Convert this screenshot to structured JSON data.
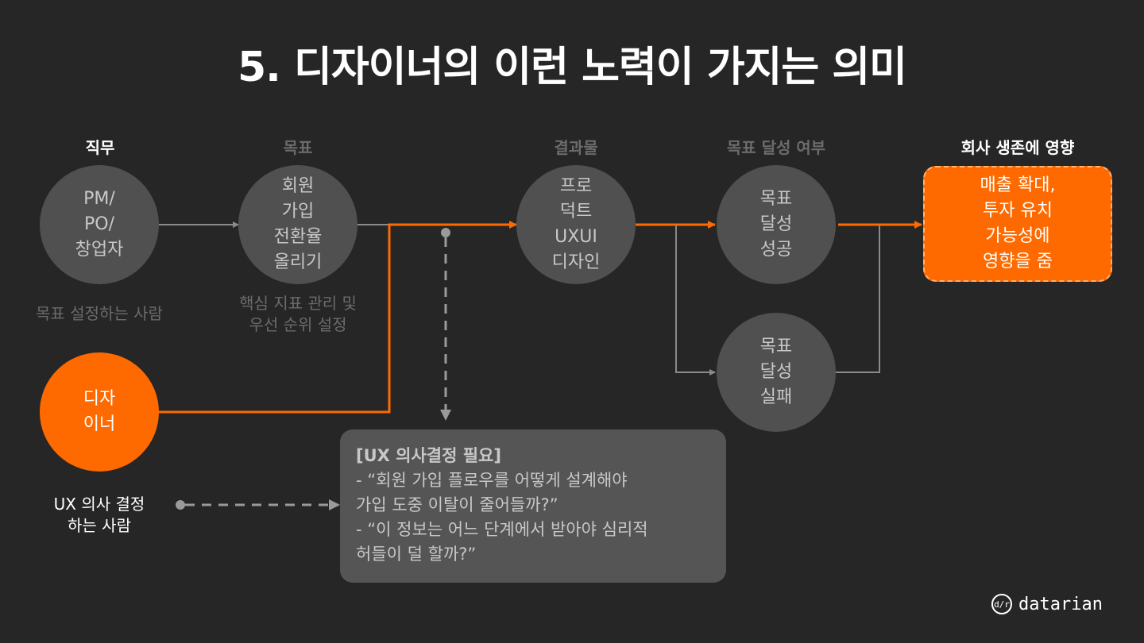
{
  "title": "5. 디자이너의 이런 노력이 가지는 의미",
  "columns": {
    "role": "직무",
    "goal": "목표",
    "output": "결과물",
    "achievement": "목표 달성 여부",
    "impact": "회사 생존에 영향"
  },
  "nodes": {
    "pm": [
      "PM/",
      "PO/",
      "창업자"
    ],
    "goal": [
      "회원",
      "가입",
      "전환율",
      "올리기"
    ],
    "product": [
      "프로",
      "덕트",
      "UXUI",
      "디자인"
    ],
    "success": [
      "목표",
      "달성",
      "성공"
    ],
    "failure": [
      "목표",
      "달성",
      "실패"
    ],
    "designer": [
      "디자",
      "이너"
    ]
  },
  "captions": {
    "pm": "목표 설정하는 사람",
    "goal": [
      "핵심 지표 관리 및",
      "우선 순위 설정"
    ],
    "designer": [
      "UX 의사 결정",
      "하는 사람"
    ]
  },
  "result": [
    "매출 확대,",
    "투자 유치",
    "가능성에",
    "영향을 줌"
  ],
  "ux_box": {
    "heading": "[UX 의사결정 필요]",
    "lines": [
      "- “회원 가입 플로우를 어떻게 설계해야",
      "가입 도중 이탈이 줄어들까?”",
      "- “이 정보는 어느 단계에서 받아야 심리적",
      "허들이 덜 할까?”"
    ]
  },
  "logo": {
    "mark": "d/r",
    "text": "datarian"
  },
  "colors": {
    "background": "#262626",
    "accent": "#ff6a00",
    "circle": "#505050",
    "muted_text": "#6b6b6b",
    "gray_line": "#8a8a8a"
  }
}
